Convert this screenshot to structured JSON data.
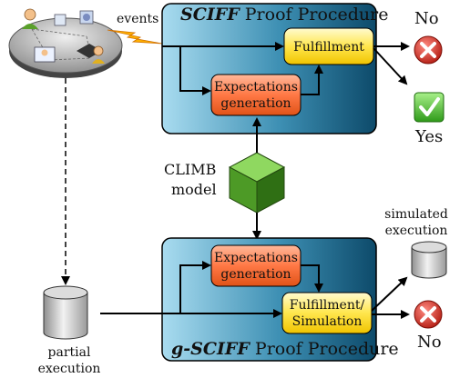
{
  "sciff": {
    "title_prefix": "SCIFF",
    "title_rest": " Proof Procedure",
    "fulfillment": "Fulfillment",
    "expectations": [
      "Expectations",
      "generation"
    ]
  },
  "gsciff": {
    "title_prefix": "g-SCIFF",
    "title_rest": " Proof Procedure",
    "fulfillment": [
      "Fulfillment/",
      "Simulation"
    ],
    "expectations": [
      "Expectations",
      "generation"
    ]
  },
  "labels": {
    "events": "events",
    "no_top": "No",
    "yes": "Yes",
    "climb": [
      "CLIMB",
      "model"
    ],
    "simulated": [
      "simulated",
      "execution"
    ],
    "partial": [
      "partial",
      "execution"
    ],
    "no_bottom": "No"
  },
  "icons": {
    "no": "red-x-icon",
    "yes": "green-check-icon",
    "model": "green-cube-icon",
    "storage": "database-cylinder-icon",
    "network": "user-network-icon"
  }
}
